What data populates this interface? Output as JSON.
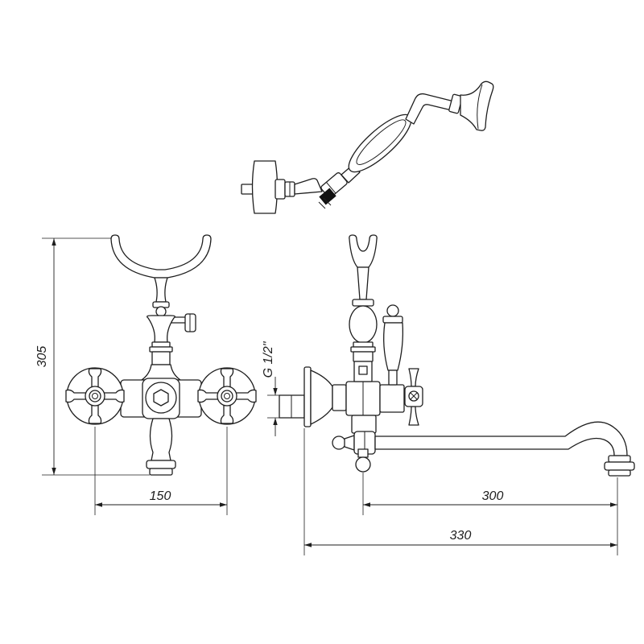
{
  "drawing": {
    "line_color": "#1e1e1e",
    "background": "#ffffff"
  },
  "dimensions": {
    "overall_height": "305",
    "handle_centers": "150",
    "spout_reach": "300",
    "total_projection": "330",
    "inlet_thread": "G 1/2\""
  }
}
